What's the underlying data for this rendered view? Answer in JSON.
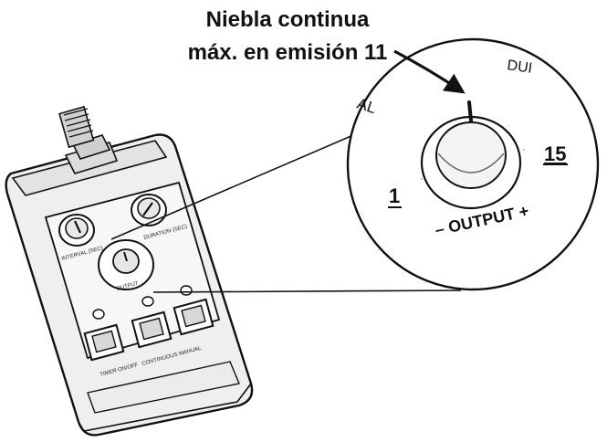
{
  "annotation": {
    "line1": "Niebla continua",
    "line2": "máx. en emisión 11"
  },
  "dial": {
    "label_min": "1",
    "label_max": "15",
    "output_label": "– OUTPUT +",
    "partial_left": "AL",
    "partial_top": "DUI"
  },
  "remote": {
    "knob_left_label": "INTERVAL (SEC)",
    "knob_right_label": "DURATION (SEC)",
    "knob_center_label": "OUTPUT",
    "btn_left_label": "TIMER ON/OFF",
    "btn_right_label": "CONTINUOUS MANUAL"
  }
}
